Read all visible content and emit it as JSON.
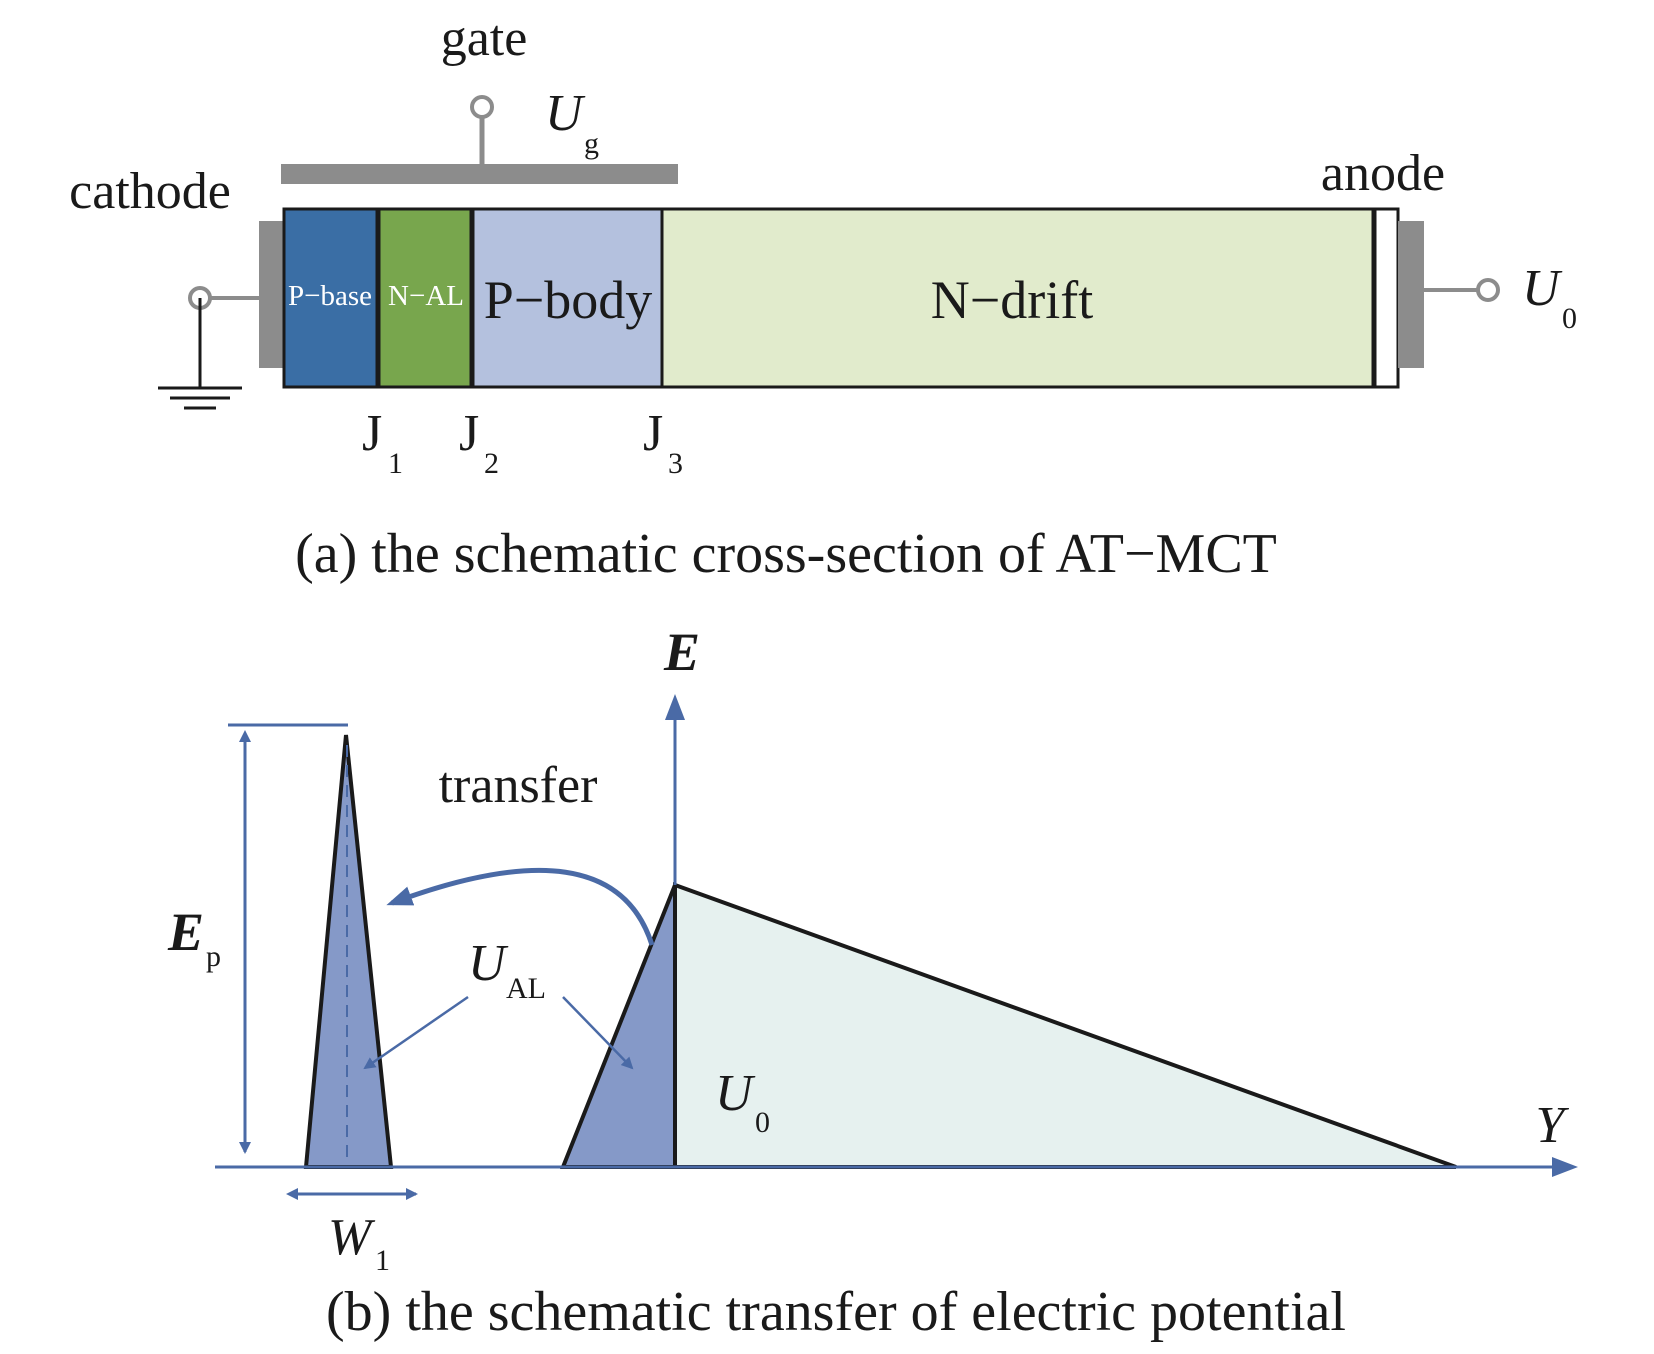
{
  "panel_a": {
    "caption": "(a)  the schematic cross-section of AT−MCT",
    "terminals": {
      "gate": "gate",
      "cathode": "cathode",
      "anode": "anode",
      "ug_main": "U",
      "ug_sub": "g",
      "u0_main": "U",
      "u0_sub": "0"
    },
    "regions": {
      "p_base": "P−base",
      "n_al": "N−AL",
      "p_body": "P−body",
      "n_drift": "N−drift"
    },
    "junctions": [
      {
        "main": "J",
        "sub": "1"
      },
      {
        "main": "J",
        "sub": "2"
      },
      {
        "main": "J",
        "sub": "3"
      }
    ],
    "colors": {
      "p_base": "#3a6ea5",
      "n_al": "#78a64d",
      "p_body": "#b4c1de",
      "n_drift": "#e1ebcc",
      "contact": "#8c8c8c"
    }
  },
  "panel_b": {
    "caption": "(b) the schematic transfer of electric potential",
    "axis_y_label": "E",
    "axis_x_label": "Y",
    "transfer_label": "transfer",
    "ep_main": "E",
    "ep_sub": "p",
    "ual_main": "U",
    "ual_sub": "AL",
    "u0_main": "U",
    "u0_sub": "0",
    "w1_main": "W",
    "w1_sub": "1",
    "colors": {
      "axis": "#4a6aa6",
      "dark_fill": "#8599c8",
      "light_fill": "#e6f1ef"
    }
  }
}
